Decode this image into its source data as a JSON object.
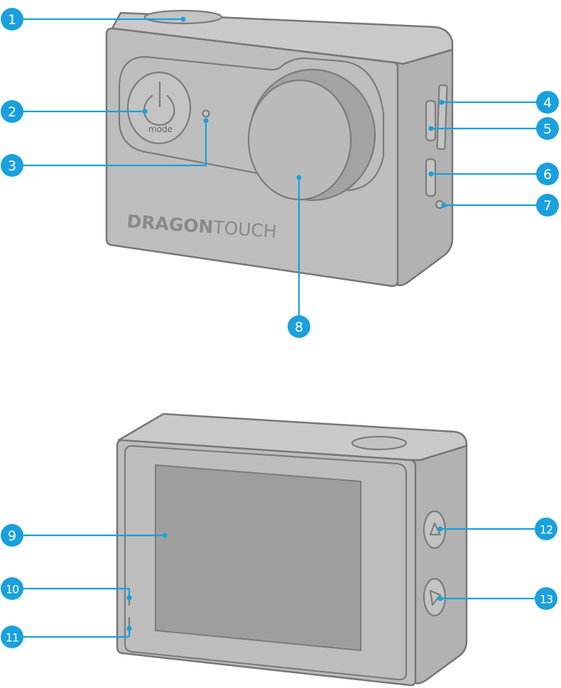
{
  "front_view": {
    "logo": {
      "bold_part": "DRAGON",
      "thin_part": "TOUCH"
    },
    "power_button": {
      "label": "mode",
      "icon": "power-icon"
    }
  },
  "back_view": {
    "up_button_icon": "triangle-up-icon",
    "down_button_icon": "triangle-down-icon"
  },
  "callouts": [
    {
      "number": "1"
    },
    {
      "number": "2"
    },
    {
      "number": "3"
    },
    {
      "number": "4"
    },
    {
      "number": "5"
    },
    {
      "number": "6"
    },
    {
      "number": "7"
    },
    {
      "number": "8"
    },
    {
      "number": "9"
    },
    {
      "number": "10"
    },
    {
      "number": "11"
    },
    {
      "number": "12"
    },
    {
      "number": "13"
    }
  ],
  "colors": {
    "callout_accent": "#1aa0dd",
    "camera_body": "#bdbdbd",
    "screen": "#9e9e9e"
  }
}
